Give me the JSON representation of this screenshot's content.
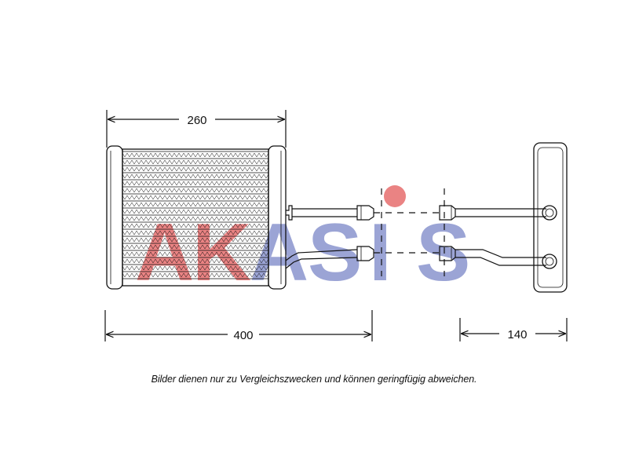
{
  "dimensions": {
    "core_width": "260",
    "total_length": "400",
    "side_depth": "140"
  },
  "watermark": {
    "text": "AKASIS",
    "color_red": "#e35a5a",
    "color_blue": "#7a86c8"
  },
  "caption": "Bilder dienen nur zu Vergleichszwecken und können geringfügig abweichen."
}
